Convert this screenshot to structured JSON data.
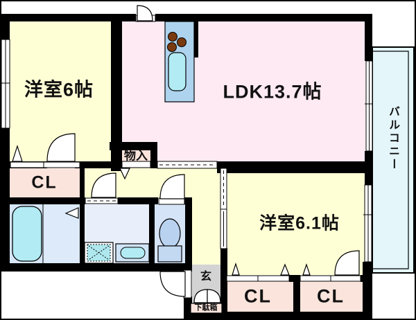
{
  "rooms": {
    "western6": {
      "label": "洋室6帖"
    },
    "ldk": {
      "label": "LDK13.7帖"
    },
    "western61": {
      "label": "洋室6.1帖"
    },
    "balcony": {
      "label": "バルコニー"
    },
    "closet_upper": {
      "label": "CL"
    },
    "closet_lower_left": {
      "label": "CL"
    },
    "closet_lower_right": {
      "label": "CL"
    },
    "storage": {
      "label": "物入"
    },
    "entrance": {
      "label": "玄"
    },
    "shoe_cabinet": {
      "label": "下駄箱"
    }
  },
  "colors": {
    "room_yellow": "#ffffd6",
    "ldk_pink": "#fdeaf3",
    "closet_beige": "#fbe4dc",
    "balcony_cyan": "#e4f6f9",
    "bath_blue": "#d6e6f7",
    "washroom_blue": "#e8effb",
    "toilet_blue": "#d6e4f7",
    "fixture_cyan": "#b2ebf3",
    "kitchen_blue": "#aed3ee",
    "burner_brown": "#7a3a10",
    "genkan_gray": "#d3d3d3",
    "wall_black": "#000000"
  }
}
